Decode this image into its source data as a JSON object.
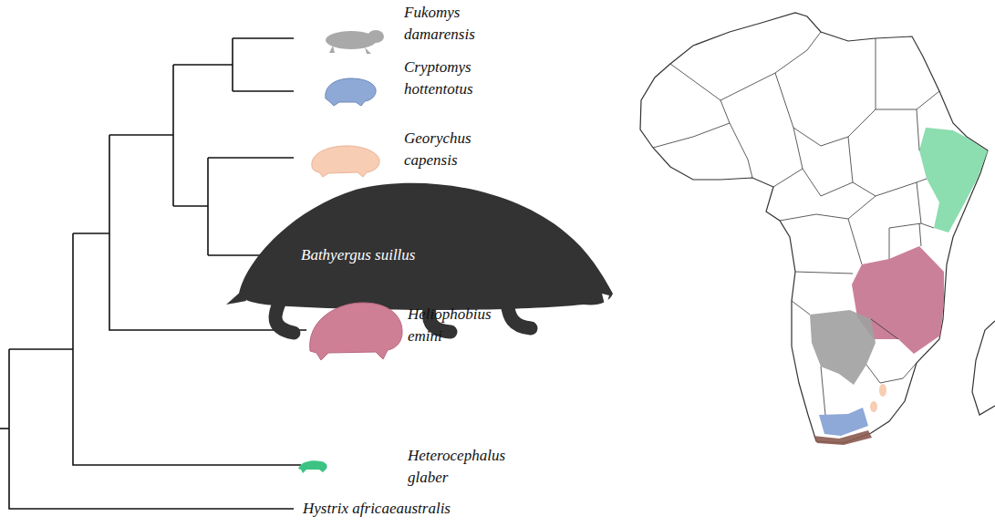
{
  "diagram": {
    "labels": [
      "Fukomys damarensis",
      "Cryptomys hottentotus",
      "Georychus capensis",
      "Bathyergus suillus",
      "Heliophobius emini",
      "Heterocephalus glaber",
      "Hystrix africaeaustralis"
    ]
  }
}
